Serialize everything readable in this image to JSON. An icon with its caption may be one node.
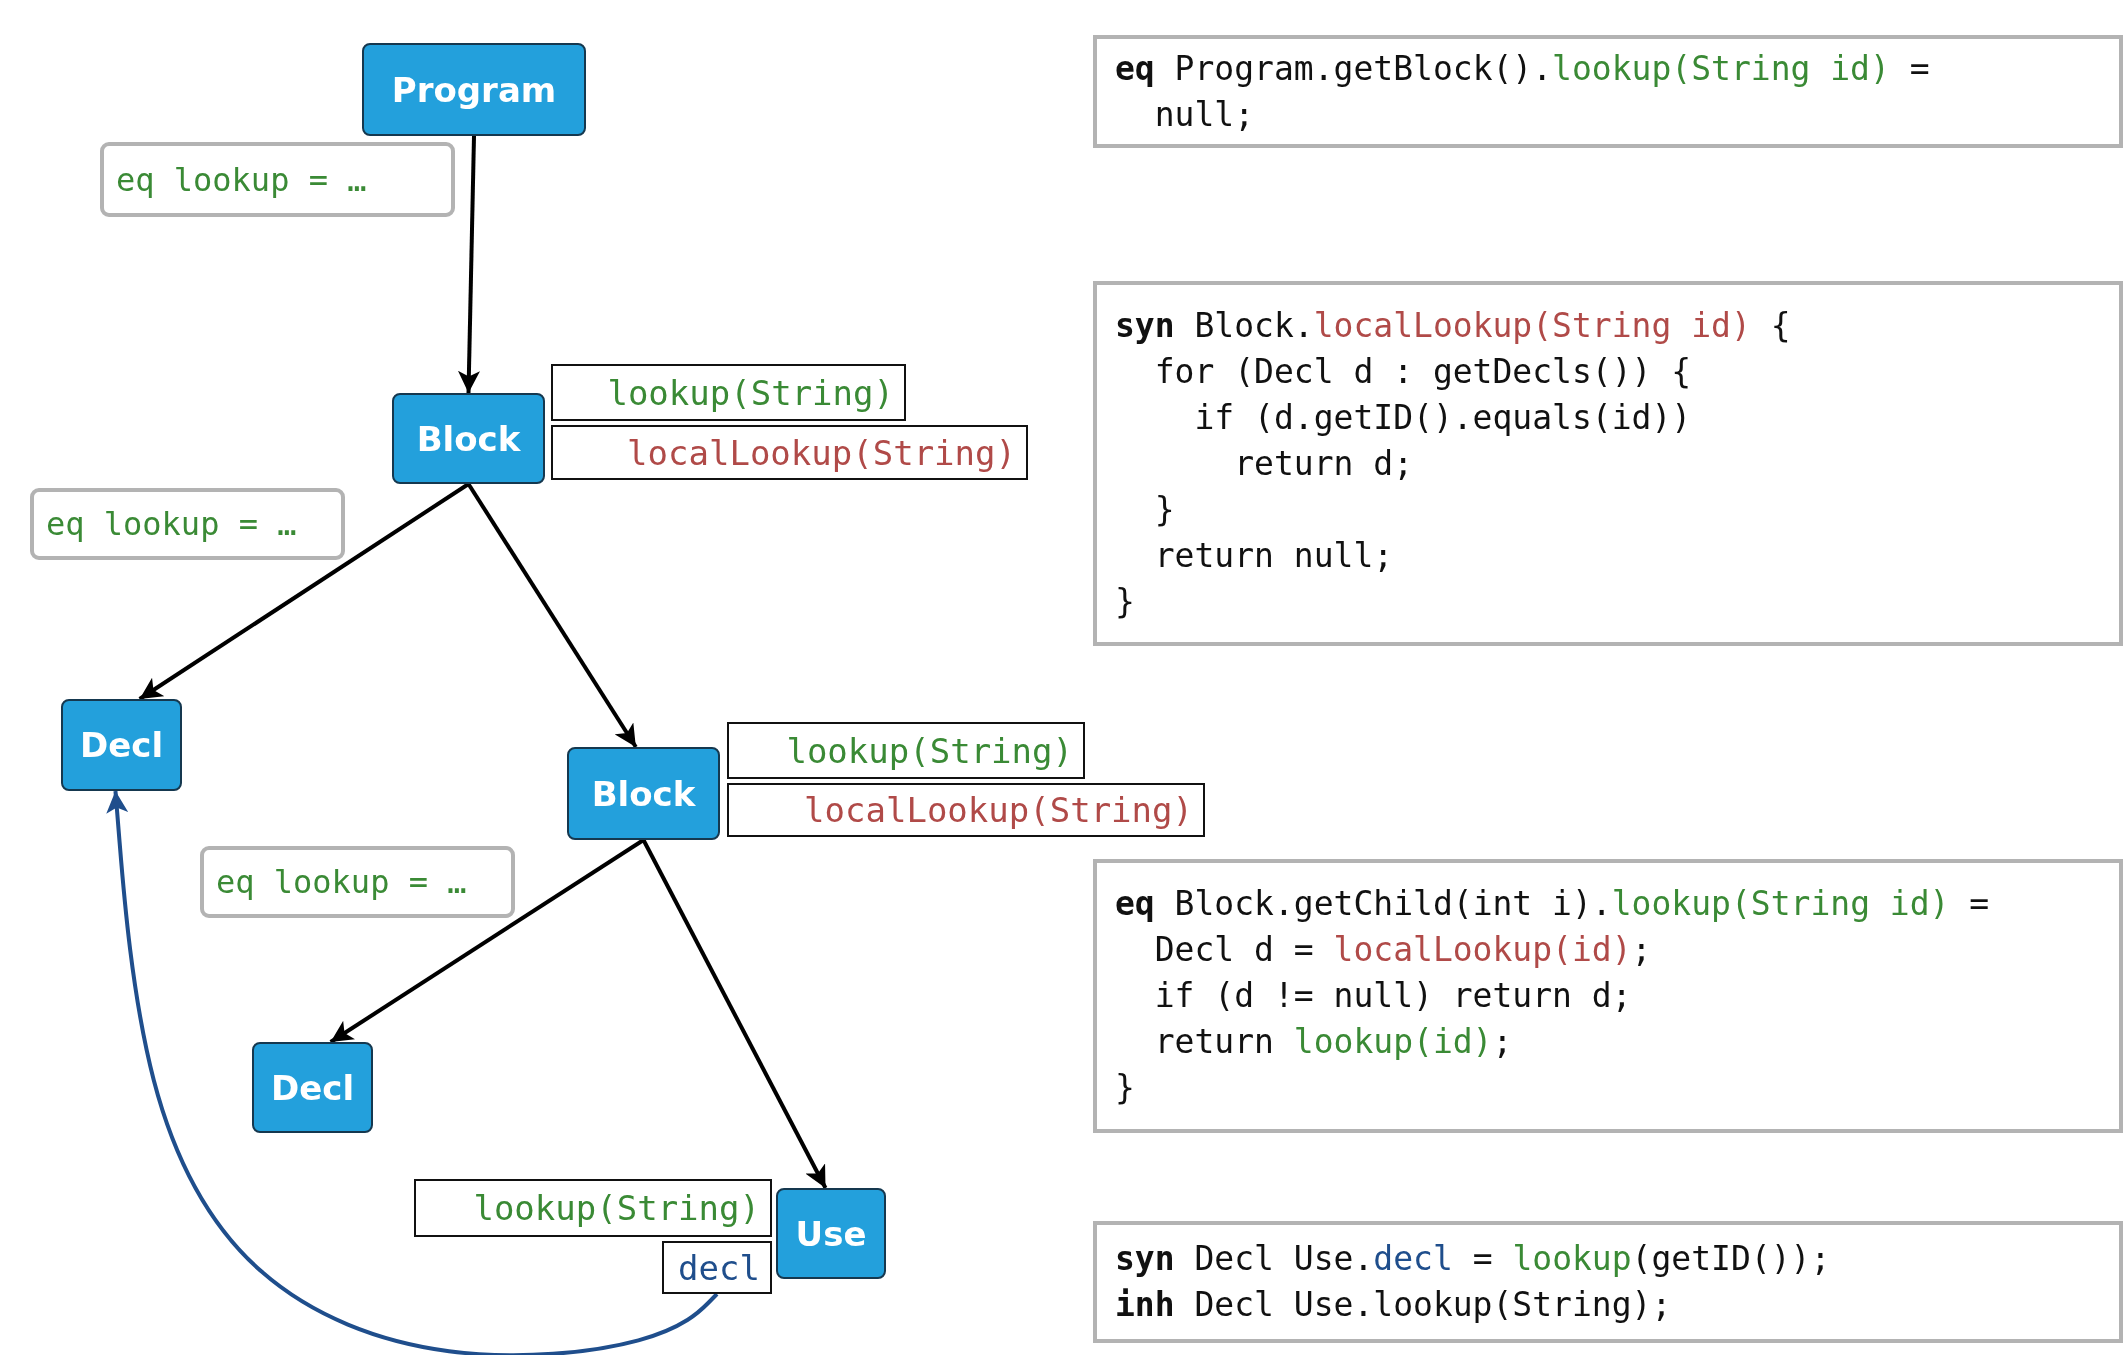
{
  "diagram": {
    "nodes": [
      {
        "text": [
          "Program"
        ]
      },
      {
        "text": [
          "eq lookup = …"
        ]
      },
      {
        "text": [
          "Block"
        ]
      },
      {
        "text": [
          "lookup(String)"
        ]
      },
      {
        "text": [
          "localLookup(String)"
        ]
      },
      {
        "text": [
          "eq lookup = …"
        ]
      },
      {
        "text": [
          "Decl"
        ]
      },
      {
        "text": [
          "Block"
        ]
      },
      {
        "text": [
          "lookup(String)"
        ]
      },
      {
        "text": [
          "localLookup(String)"
        ]
      },
      {
        "text": [
          "eq lookup = …"
        ]
      },
      {
        "text": [
          "Decl"
        ]
      },
      {
        "text": [
          "lookup(String)"
        ]
      },
      {
        "text": [
          "Use"
        ]
      },
      {
        "text": [
          "decl"
        ]
      },
      {
        "text": [
          "eq Program.getBlock().lookup(String id) =",
          "null;"
        ]
      },
      {
        "text": [
          "syn Block.localLookup(String id) {",
          "for (Decl d : getDecls()) {",
          "if (d.getID().equals(id))",
          "return d;",
          "}",
          "return null;",
          "}"
        ]
      },
      {
        "text": [
          "eq Block.getChild(int i).lookup(String id) =",
          "Decl d = localLookup(id);",
          "if (d != null) return d;",
          "return lookup(id);",
          "}"
        ]
      },
      {
        "text": [
          "syn Decl Use.decl = lookup(getID());",
          "inh Decl Use.lookup(String);"
        ]
      }
    ],
    "edges": [
      {
        "from": 0,
        "to": 2,
        "arrow": "to"
      },
      {
        "from": 2,
        "to": 6,
        "arrow": "to"
      },
      {
        "from": 2,
        "to": 7,
        "arrow": "to"
      },
      {
        "from": 7,
        "to": 11,
        "arrow": "to"
      },
      {
        "from": 7,
        "to": 13,
        "arrow": "to"
      },
      {
        "from": 14,
        "to": 6,
        "arrow": "to",
        "color": "#1f4e8c"
      }
    ]
  }
}
